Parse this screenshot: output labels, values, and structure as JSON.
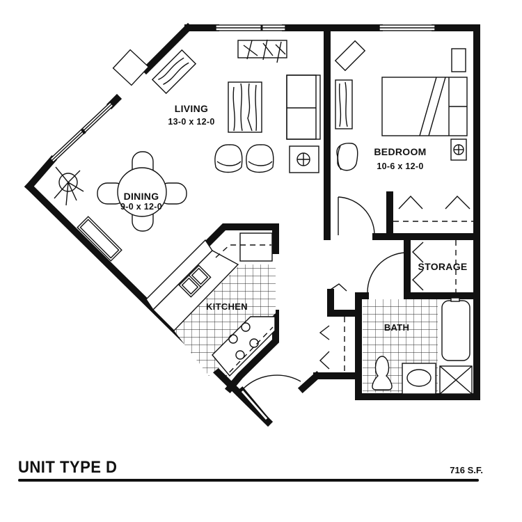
{
  "plan": {
    "title": "UNIT TYPE D",
    "area": "716 S.F.",
    "rooms": {
      "living": {
        "name": "LIVING",
        "dims": "13-0 x 12-0"
      },
      "dining": {
        "name": "DINING",
        "dims": "9-0 x 12-0"
      },
      "bedroom": {
        "name": "BEDROOM",
        "dims": "10-6 x 12-0"
      },
      "kitchen": {
        "name": "KITCHEN"
      },
      "bath": {
        "name": "BATH"
      },
      "storage": {
        "name": "STORAGE"
      }
    },
    "colors": {
      "ink": "#111111",
      "paper": "#ffffff"
    }
  }
}
